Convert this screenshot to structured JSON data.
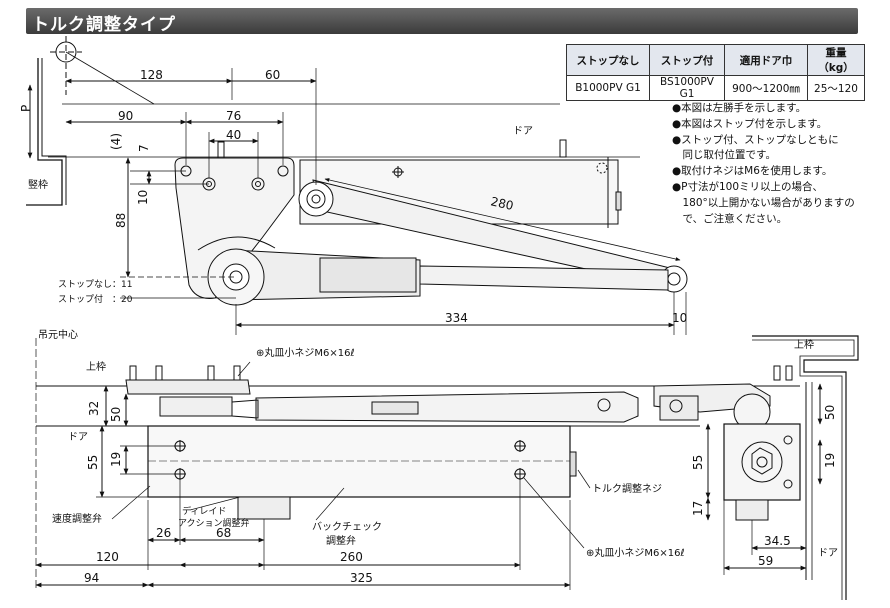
{
  "title": "トルク調整タイプ",
  "spec_table": {
    "headers": [
      "ストップなし",
      "ストップ付",
      "適用ドア巾",
      "重量（kg）"
    ],
    "row": [
      "B1000PV G1",
      "BS1000PV G1",
      "900〜1200㎜",
      "25〜120"
    ]
  },
  "notes": [
    "●本図は左勝手を示します。",
    "●本図はストップ付を示します。",
    "●ストップ付、ストップなしともに",
    "　同じ取付位置です。",
    "●取付けネジはM6を使用します。",
    "●P寸法が100ミリ以上の場合、",
    "　180°以上開かない場合がありますの",
    "　で、ご注意ください。"
  ],
  "top_view": {
    "dims": {
      "d128": "128",
      "d60": "60",
      "d90": "90",
      "d76": "76",
      "d40": "40",
      "d4": "(4)",
      "d7": "7",
      "d10": "10",
      "d88": "88",
      "d280": "280",
      "d334": "334",
      "d10b": "10"
    },
    "labels": {
      "p": "P",
      "door": "ドア",
      "frame": "竪枠",
      "stop_none": "ストップなし：11",
      "stop_with": "ストップ付　：20"
    }
  },
  "front_view": {
    "dims": {
      "d32": "32",
      "d50": "50",
      "d55": "55",
      "d19": "19",
      "d26": "26",
      "d68": "68",
      "d120": "120",
      "d260": "260",
      "d94": "94",
      "d325": "325"
    },
    "labels": {
      "pivot_center": "吊元中心",
      "upper_frame": "上枠",
      "door": "ドア",
      "screw_top": "⊕丸皿小ネジM6×16ℓ",
      "screw_bottom": "⊕丸皿小ネジM6×16ℓ",
      "speed_valve": "速度調整弁",
      "delayed_1": "ディレイド",
      "delayed_2": "アクション調整弁",
      "backcheck_1": "バックチェック",
      "backcheck_2": "調整弁",
      "torque_screw": "トルク調整ネジ"
    }
  },
  "side_view": {
    "dims": {
      "d50": "50",
      "d55": "55",
      "d19": "19",
      "d17": "17",
      "d34_5": "34.5",
      "d59": "59"
    },
    "labels": {
      "upper_frame": "上枠",
      "door": "ドア"
    }
  }
}
